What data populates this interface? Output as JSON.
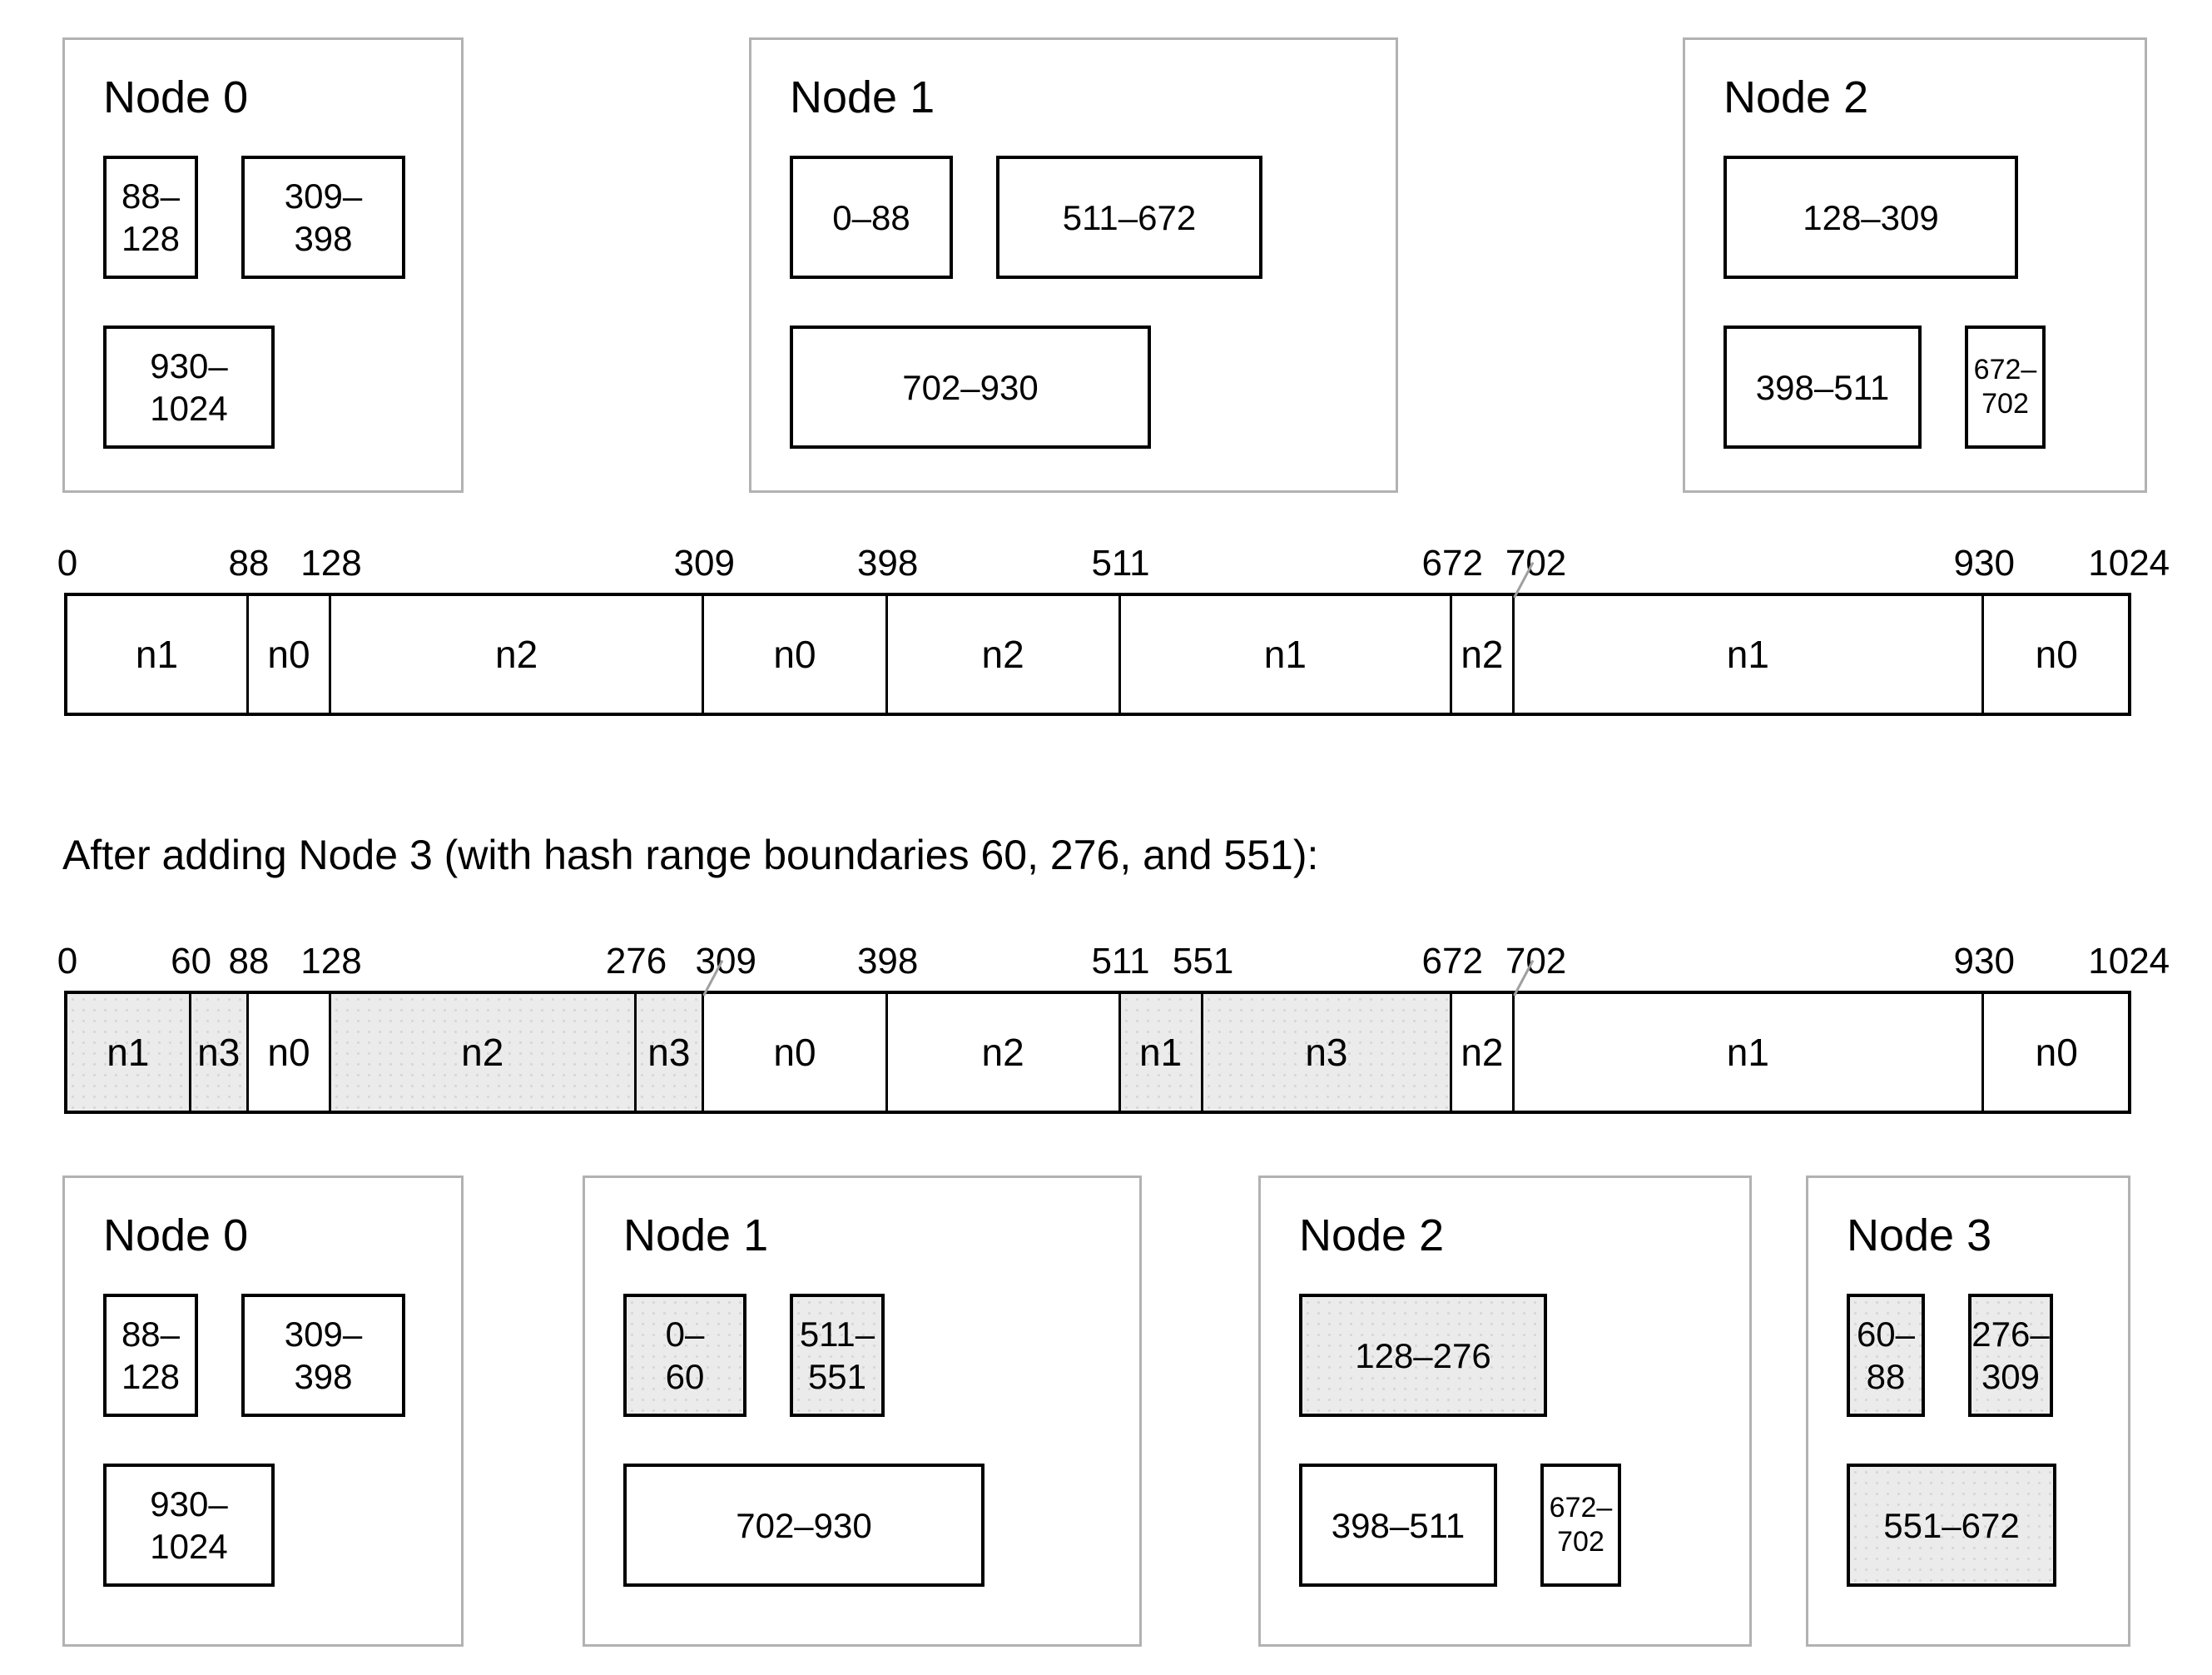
{
  "after_label": "After adding Node 3 (with hash range boundaries 60, 276, and 551):",
  "scale": {
    "min": 0,
    "max": 1024
  },
  "colors": {
    "highlight_fill": "#ebebeb",
    "highlight_dot": "#d7d7d7",
    "card_border": "#b2b2b2",
    "box_border": "#000000",
    "leader_line": "#a0a0a0"
  },
  "top_nodes": [
    {
      "title": "Node 0",
      "rows": [
        [
          {
            "label": "88–\n128",
            "start": 88,
            "end": 128,
            "highlight": false
          },
          {
            "label": "309–\n398",
            "start": 309,
            "end": 398,
            "highlight": false
          }
        ],
        [
          {
            "label": "930–\n1024",
            "start": 930,
            "end": 1024,
            "highlight": false
          }
        ]
      ]
    },
    {
      "title": "Node 1",
      "rows": [
        [
          {
            "label": "0–88",
            "start": 0,
            "end": 88,
            "highlight": false
          },
          {
            "label": "511–672",
            "start": 511,
            "end": 672,
            "highlight": false
          }
        ],
        [
          {
            "label": "702–930",
            "start": 702,
            "end": 930,
            "highlight": false
          }
        ]
      ]
    },
    {
      "title": "Node 2",
      "rows": [
        [
          {
            "label": "128–309",
            "start": 128,
            "end": 309,
            "highlight": false
          }
        ],
        [
          {
            "label": "398–511",
            "start": 398,
            "end": 511,
            "highlight": false
          },
          {
            "label": "672–\n702",
            "start": 672,
            "end": 702,
            "highlight": false,
            "compact": true
          }
        ]
      ]
    }
  ],
  "bar_before": {
    "ticks": [
      {
        "value": 0
      },
      {
        "value": 88
      },
      {
        "value": 128
      },
      {
        "value": 309
      },
      {
        "value": 398
      },
      {
        "value": 511
      },
      {
        "value": 672
      },
      {
        "value": 702,
        "leader": true
      },
      {
        "value": 930
      },
      {
        "value": 1024
      }
    ],
    "segments": [
      {
        "node": "n1",
        "start": 0,
        "end": 88,
        "highlight": false
      },
      {
        "node": "n0",
        "start": 88,
        "end": 128,
        "highlight": false
      },
      {
        "node": "n2",
        "start": 128,
        "end": 309,
        "highlight": false
      },
      {
        "node": "n0",
        "start": 309,
        "end": 398,
        "highlight": false
      },
      {
        "node": "n2",
        "start": 398,
        "end": 511,
        "highlight": false
      },
      {
        "node": "n1",
        "start": 511,
        "end": 672,
        "highlight": false
      },
      {
        "node": "n2",
        "start": 672,
        "end": 702,
        "highlight": false
      },
      {
        "node": "n1",
        "start": 702,
        "end": 930,
        "highlight": false
      },
      {
        "node": "n0",
        "start": 930,
        "end": 1024,
        "highlight": false
      }
    ]
  },
  "bar_after": {
    "ticks": [
      {
        "value": 0
      },
      {
        "value": 60
      },
      {
        "value": 88
      },
      {
        "value": 128
      },
      {
        "value": 276
      },
      {
        "value": 309,
        "leader": true
      },
      {
        "value": 398
      },
      {
        "value": 511
      },
      {
        "value": 551
      },
      {
        "value": 672
      },
      {
        "value": 702,
        "leader": true
      },
      {
        "value": 930
      },
      {
        "value": 1024
      }
    ],
    "segments": [
      {
        "node": "n1",
        "start": 0,
        "end": 60,
        "highlight": true
      },
      {
        "node": "n3",
        "start": 60,
        "end": 88,
        "highlight": true
      },
      {
        "node": "n0",
        "start": 88,
        "end": 128,
        "highlight": false
      },
      {
        "node": "n2",
        "start": 128,
        "end": 276,
        "highlight": true
      },
      {
        "node": "n3",
        "start": 276,
        "end": 309,
        "highlight": true
      },
      {
        "node": "n0",
        "start": 309,
        "end": 398,
        "highlight": false
      },
      {
        "node": "n2",
        "start": 398,
        "end": 511,
        "highlight": false
      },
      {
        "node": "n1",
        "start": 511,
        "end": 551,
        "highlight": true
      },
      {
        "node": "n3",
        "start": 551,
        "end": 672,
        "highlight": true
      },
      {
        "node": "n2",
        "start": 672,
        "end": 702,
        "highlight": false
      },
      {
        "node": "n1",
        "start": 702,
        "end": 930,
        "highlight": false
      },
      {
        "node": "n0",
        "start": 930,
        "end": 1024,
        "highlight": false
      }
    ]
  },
  "bottom_nodes": [
    {
      "title": "Node 0",
      "rows": [
        [
          {
            "label": "88–\n128",
            "start": 88,
            "end": 128,
            "highlight": false
          },
          {
            "label": "309–\n398",
            "start": 309,
            "end": 398,
            "highlight": false
          }
        ],
        [
          {
            "label": "930–\n1024",
            "start": 930,
            "end": 1024,
            "highlight": false
          }
        ]
      ]
    },
    {
      "title": "Node 1",
      "rows": [
        [
          {
            "label": "0–\n60",
            "start": 0,
            "end": 60,
            "highlight": true
          },
          {
            "label": "511–\n551",
            "start": 511,
            "end": 551,
            "highlight": true
          }
        ],
        [
          {
            "label": "702–930",
            "start": 702,
            "end": 930,
            "highlight": false
          }
        ]
      ]
    },
    {
      "title": "Node 2",
      "rows": [
        [
          {
            "label": "128–276",
            "start": 128,
            "end": 276,
            "highlight": true
          }
        ],
        [
          {
            "label": "398–511",
            "start": 398,
            "end": 511,
            "highlight": false
          },
          {
            "label": "672–\n702",
            "start": 672,
            "end": 702,
            "highlight": false,
            "compact": true
          }
        ]
      ]
    },
    {
      "title": "Node 3",
      "rows": [
        [
          {
            "label": "60–\n88",
            "start": 60,
            "end": 88,
            "highlight": true
          },
          {
            "label": "276–\n309",
            "start": 276,
            "end": 309,
            "highlight": true
          }
        ],
        [
          {
            "label": "551–672",
            "start": 551,
            "end": 672,
            "highlight": true
          }
        ]
      ]
    }
  ]
}
